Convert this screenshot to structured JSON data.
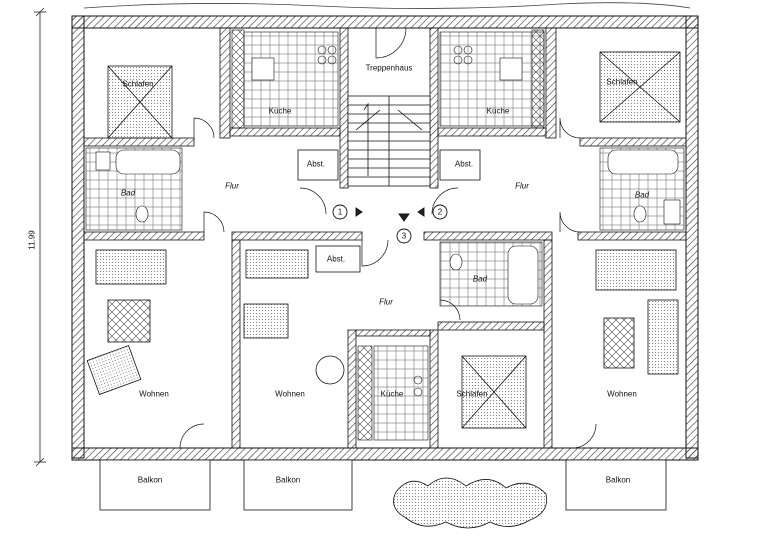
{
  "plan": {
    "dimension_label": "11.99",
    "rooms": {
      "schlafen_tl": "Schlafen",
      "kueche_tl": "Küche",
      "treppenhaus": "Treppenhaus",
      "kueche_tr": "Küche",
      "schlafen_tr": "Schlafen",
      "bad_l": "Bad",
      "abst_l": "Abst.",
      "flur_l": "Flur",
      "abst_r": "Abst.",
      "flur_r": "Flur",
      "bad_r": "Bad",
      "abst_c": "Abst.",
      "bad_c": "Bad",
      "flur_c": "Flur",
      "wohnen_l": "Wohnen",
      "wohnen_c": "Wohnen",
      "kueche_c": "Küche",
      "schlafen_c": "Schlafen",
      "wohnen_r": "Wohnen",
      "balkon_l": "Balkon",
      "balkon_c": "Balkon",
      "balkon_r": "Balkon"
    },
    "markers": {
      "m1": "1",
      "m2": "2",
      "m3": "3"
    }
  }
}
